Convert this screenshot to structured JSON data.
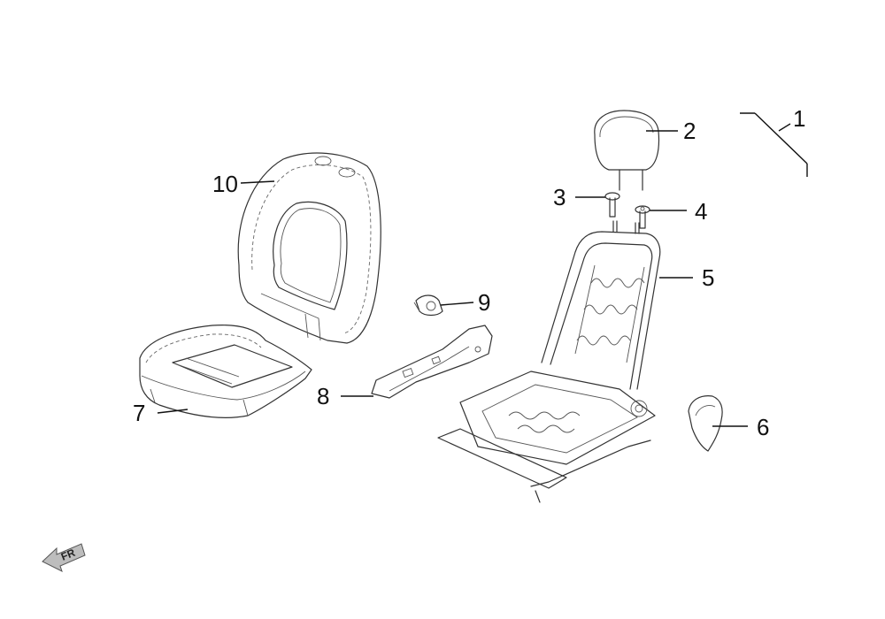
{
  "callouts": [
    {
      "id": "1",
      "label": "1"
    },
    {
      "id": "2",
      "label": "2"
    },
    {
      "id": "3",
      "label": "3"
    },
    {
      "id": "4",
      "label": "4"
    },
    {
      "id": "5",
      "label": "5"
    },
    {
      "id": "6",
      "label": "6"
    },
    {
      "id": "7",
      "label": "7"
    },
    {
      "id": "8",
      "label": "8"
    },
    {
      "id": "9",
      "label": "9"
    },
    {
      "id": "10",
      "label": "10"
    }
  ],
  "direction_indicator": {
    "label": "FR",
    "icon": "front-arrow-icon"
  }
}
